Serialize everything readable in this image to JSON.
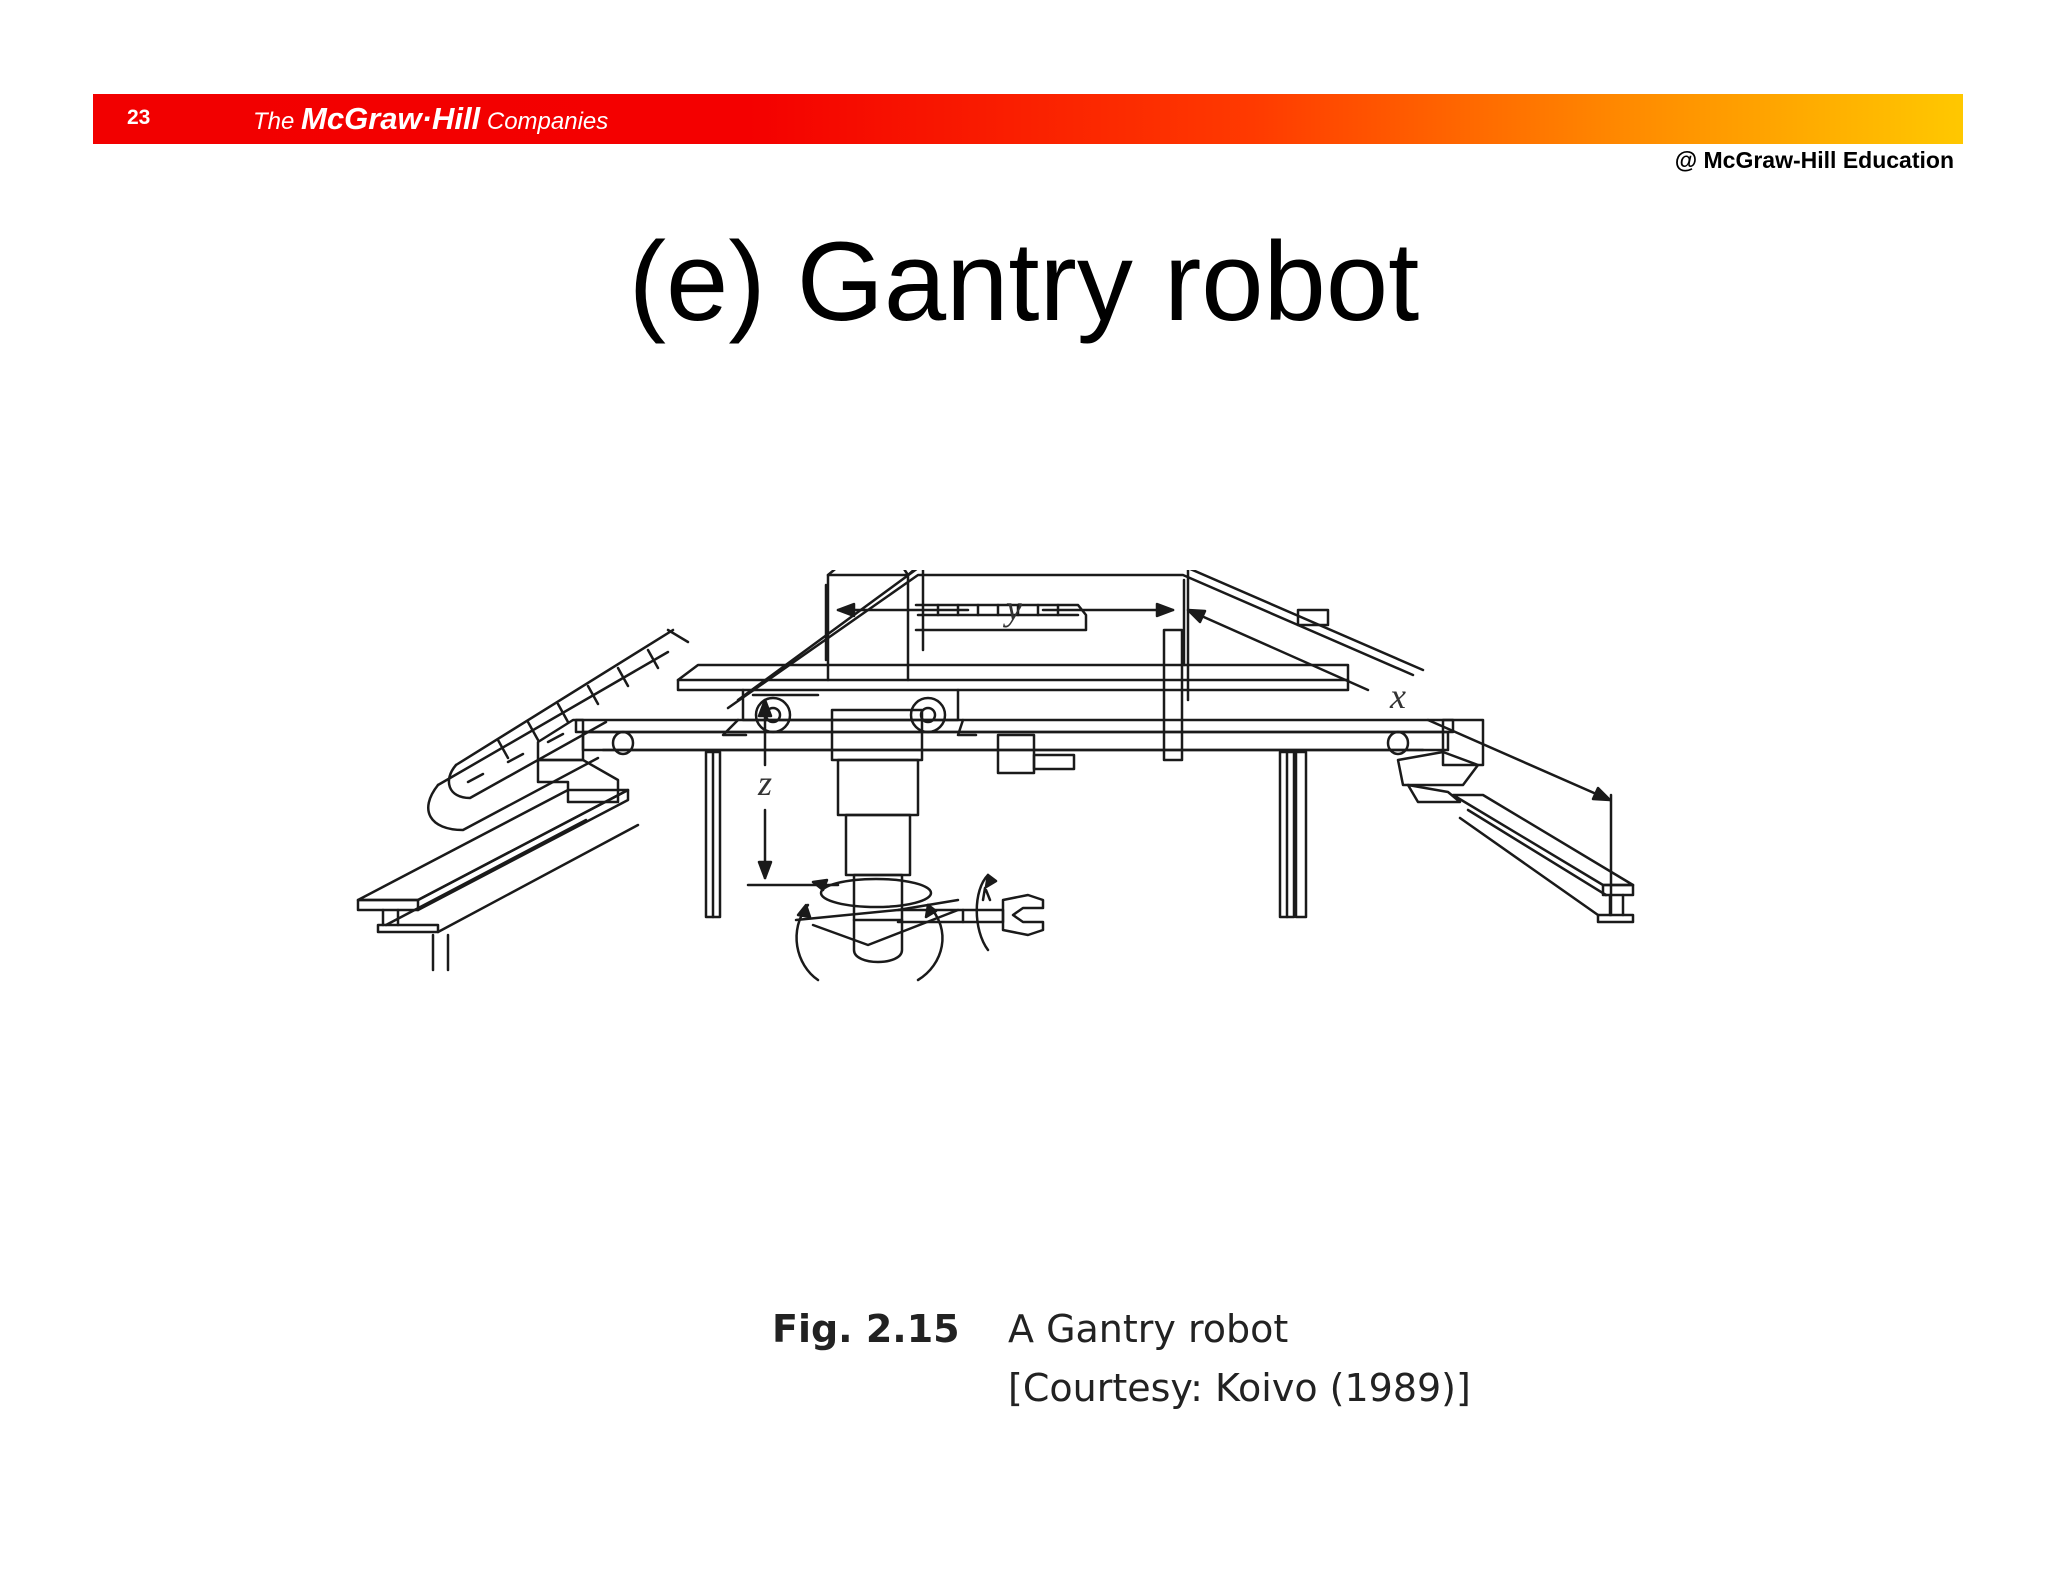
{
  "header": {
    "slide_number": "23",
    "brand_prefix": "The ",
    "brand_name": "McGraw·Hill",
    "brand_suffix": " Companies",
    "copyright": "@ McGraw-Hill Education",
    "colors": {
      "start": "#f20000",
      "mid": "#ff3a00",
      "end": "#ffc800"
    }
  },
  "slide": {
    "title": "(e) Gantry robot"
  },
  "figure": {
    "labels": {
      "y": "y",
      "x": "x",
      "z": "z"
    },
    "caption_number": "Fig. 2.15",
    "caption_title": "A Gantry robot",
    "caption_credit": "[Courtesy: Koivo (1989)]"
  }
}
